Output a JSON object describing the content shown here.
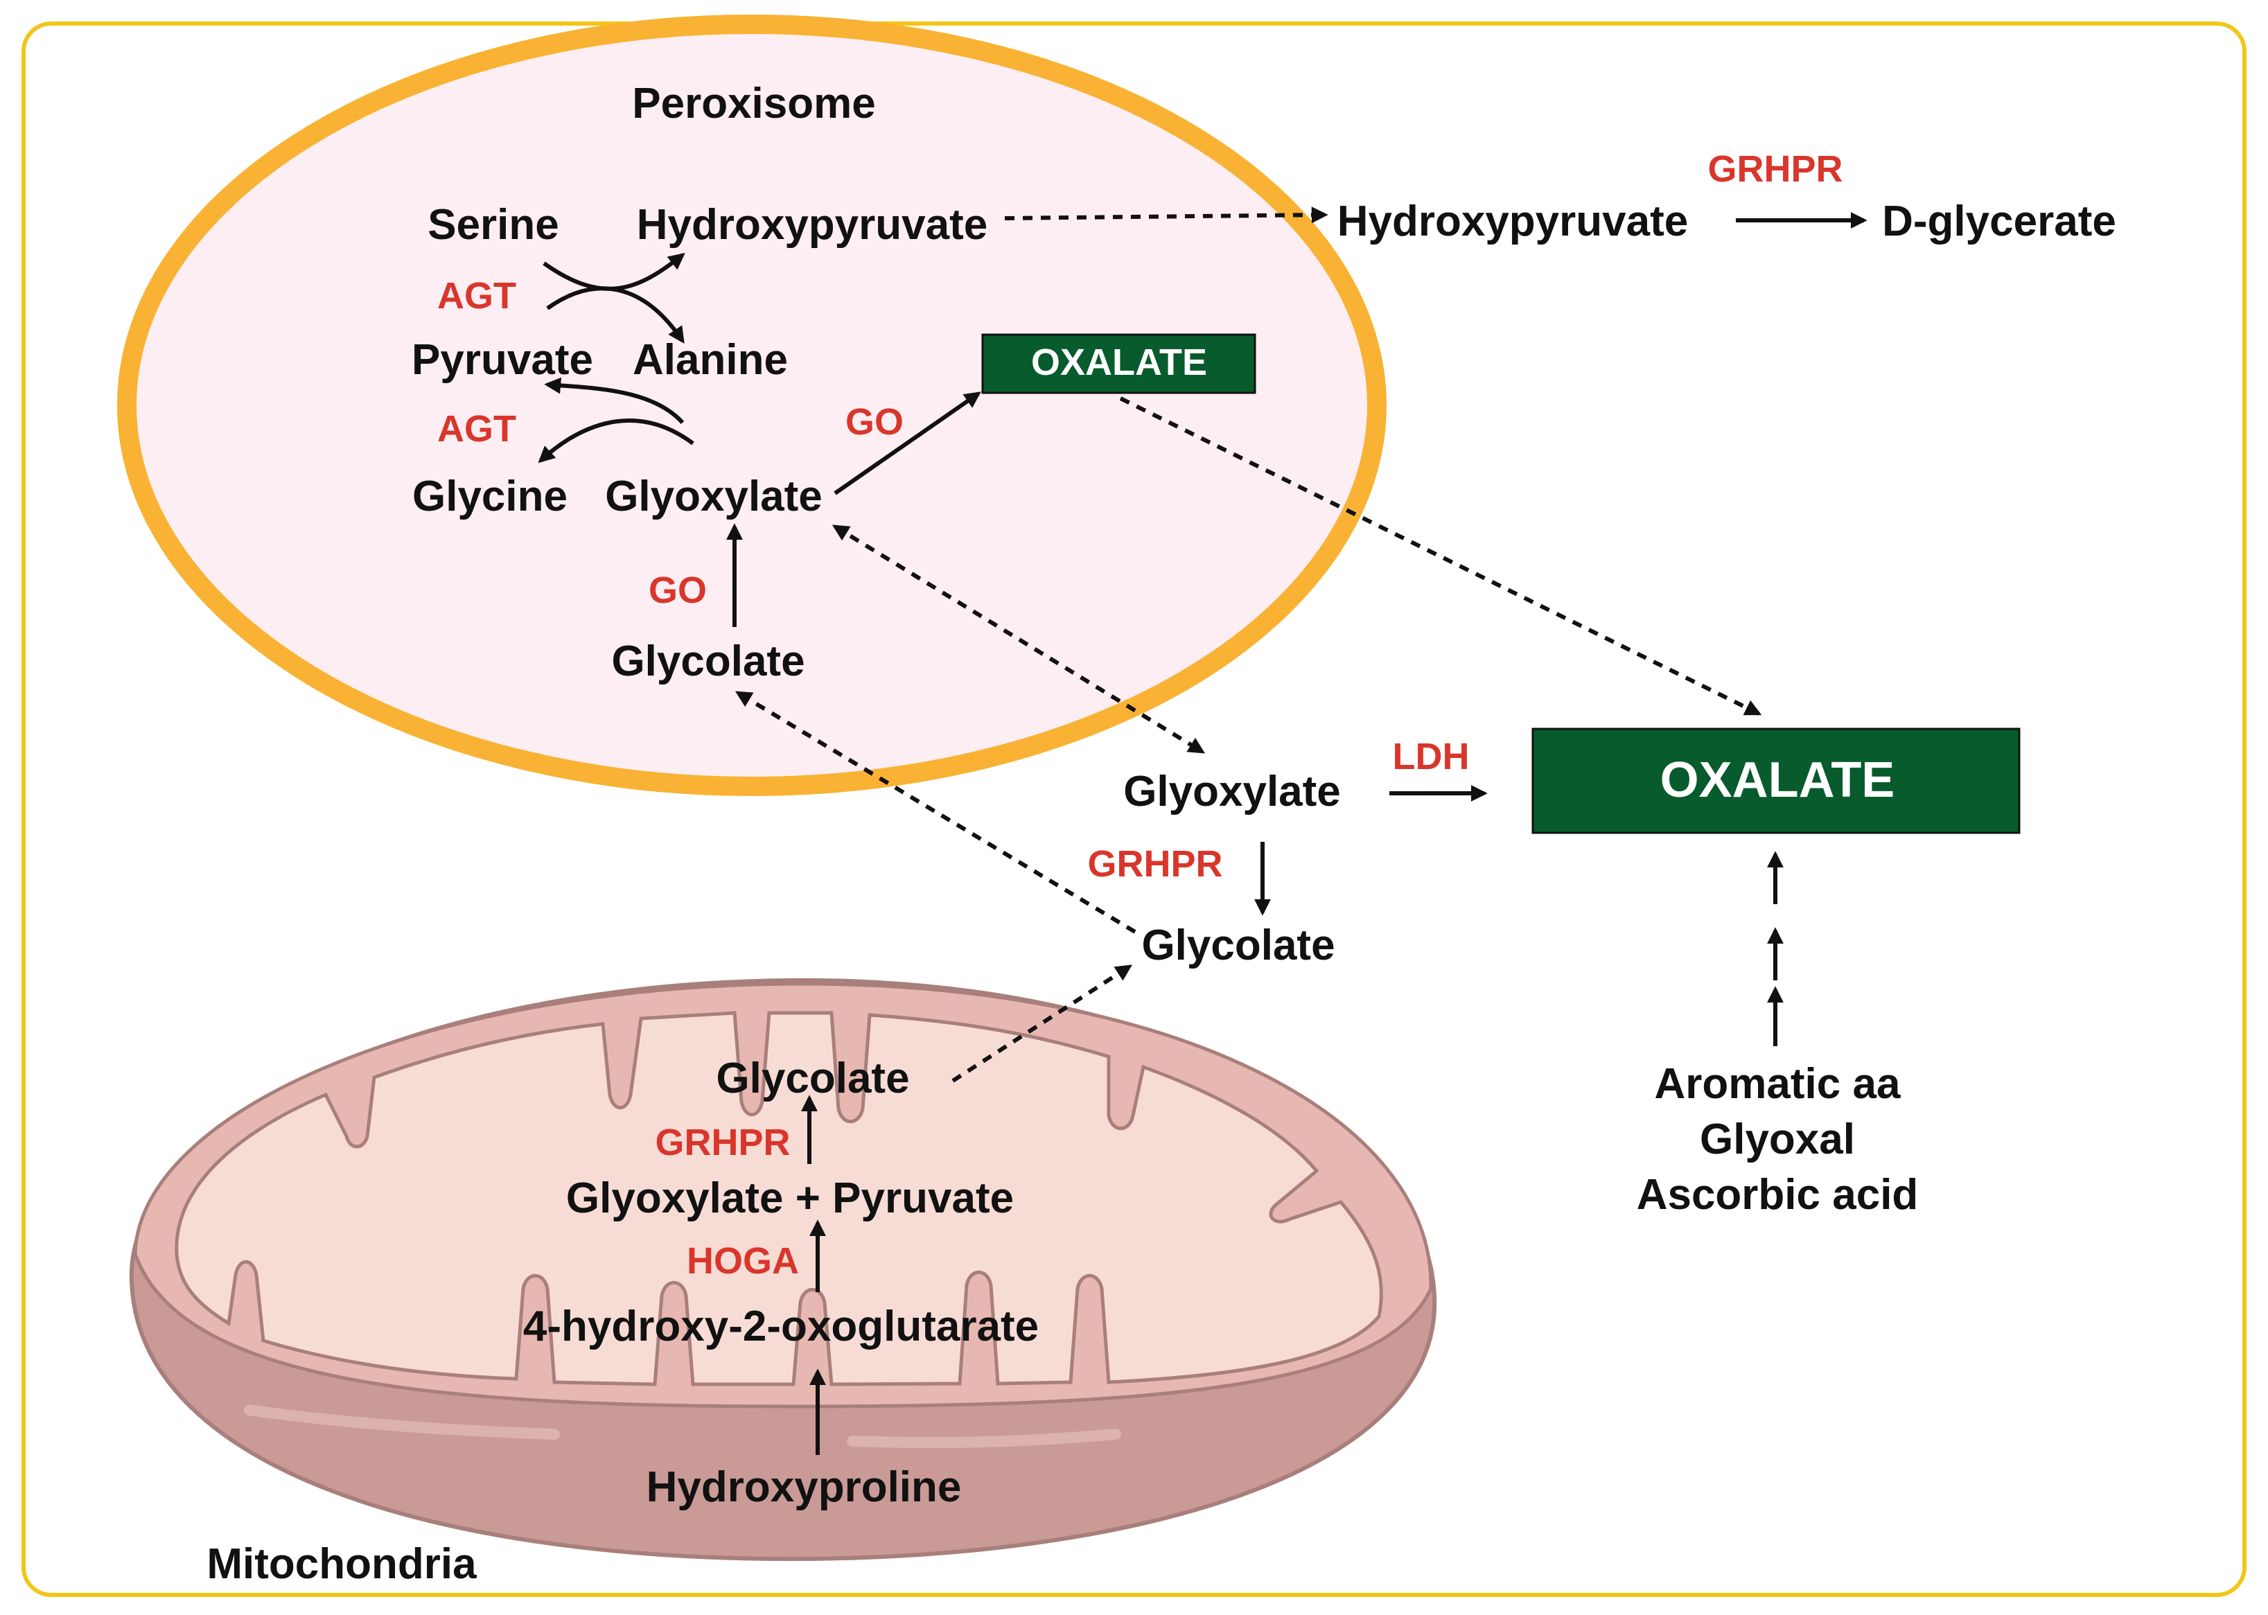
{
  "colors": {
    "frame_border": "#f2c618",
    "peroxisome_fill": "#fdeef3",
    "peroxisome_border": "#f9b233",
    "mito_outer": "#c99a96",
    "mito_inner": "#f7dcd6",
    "oxalate_box": "#075b2c",
    "enzyme_text": "#d9362b",
    "metabolite_text": "#111111"
  },
  "compartments": {
    "peroxisome": "Peroxisome",
    "mitochondria": "Mitochondria"
  },
  "peroxisome": {
    "serine": "Serine",
    "hydroxypyruvate": "Hydroxypyruvate",
    "agt_1": "AGT",
    "pyruvate": "Pyruvate",
    "alanine": "Alanine",
    "agt_2": "AGT",
    "glycine": "Glycine",
    "glyoxylate": "Glyoxylate",
    "go_1": "GO",
    "oxalate": "OXALATE",
    "go_2": "GO",
    "glycolate": "Glycolate"
  },
  "cytosol": {
    "hydroxypyruvate": "Hydroxypyruvate",
    "grhpr_top": "GRHPR",
    "d_glycerate": "D-glycerate",
    "glyoxylate": "Glyoxylate",
    "ldh": "LDH",
    "oxalate": "OXALATE",
    "grhpr_mid": "GRHPR",
    "glycolate": "Glycolate",
    "precursors": [
      "Aromatic aa",
      "Glyoxal",
      "Ascorbic acid"
    ]
  },
  "mitochondria": {
    "glycolate": "Glycolate",
    "grhpr": "GRHPR",
    "glyoxylate_pyruvate": "Glyoxylate + Pyruvate",
    "hoga": "HOGA",
    "hog": "4-hydroxy-2-oxoglutarate",
    "hydroxyproline": "Hydroxyproline"
  }
}
